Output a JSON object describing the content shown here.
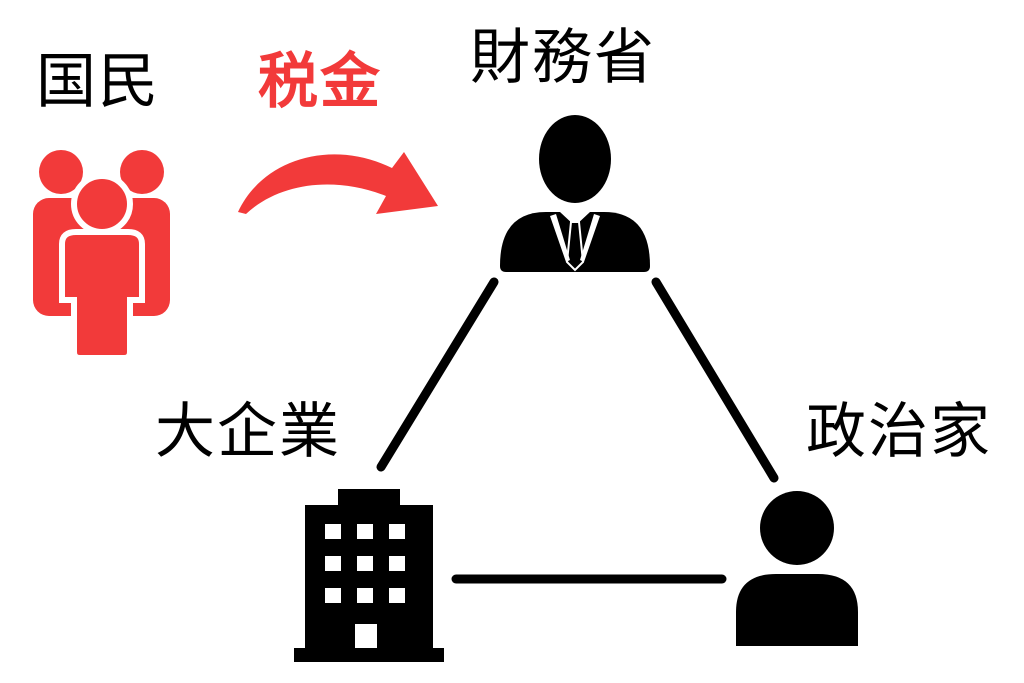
{
  "nodes": {
    "citizens": {
      "label": "国民"
    },
    "ministry": {
      "label": "財務省"
    },
    "corporations": {
      "label": "大企業"
    },
    "politicians": {
      "label": "政治家"
    }
  },
  "flow": {
    "label": "税金"
  },
  "colors": {
    "accent": "#f23a3a",
    "ink": "#000000",
    "background": "#ffffff"
  },
  "icons": {
    "citizens": "people-group-icon",
    "flow": "curved-arrow-icon",
    "ministry": "businessman-icon",
    "corporations": "office-building-icon",
    "politicians": "person-icon"
  }
}
